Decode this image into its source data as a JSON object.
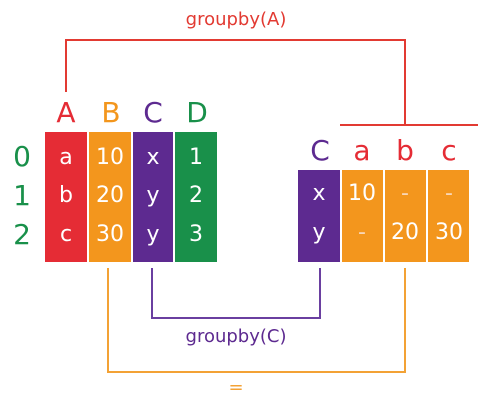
{
  "colors": {
    "red": "#e52c35",
    "orange": "#f3961d",
    "purple": "#5d2a90",
    "green": "#19904a",
    "red_line": "#e23a32",
    "purple_line": "#6a3fa0",
    "orange_line": "#f3a235",
    "text_dark": "#5d2a90"
  },
  "annotations": {
    "groupby_a": "groupby(A)",
    "groupby_c": "groupby(C)",
    "equals": "="
  },
  "left_table": {
    "columns": [
      {
        "name": "A",
        "color": "red",
        "cells": [
          "a",
          "b",
          "c"
        ]
      },
      {
        "name": "B",
        "color": "orange",
        "cells": [
          "10",
          "20",
          "30"
        ]
      },
      {
        "name": "C",
        "color": "purple",
        "cells": [
          "x",
          "y",
          "y"
        ]
      },
      {
        "name": "D",
        "color": "green",
        "cells": [
          "1",
          "2",
          "3"
        ]
      }
    ],
    "index": [
      "0",
      "1",
      "2"
    ]
  },
  "right_table": {
    "index_header": "C",
    "column_headers": [
      "a",
      "b",
      "c"
    ],
    "index": [
      "x",
      "y"
    ],
    "rows": [
      [
        "10",
        "-",
        "-"
      ],
      [
        "-",
        "20",
        "30"
      ]
    ]
  }
}
